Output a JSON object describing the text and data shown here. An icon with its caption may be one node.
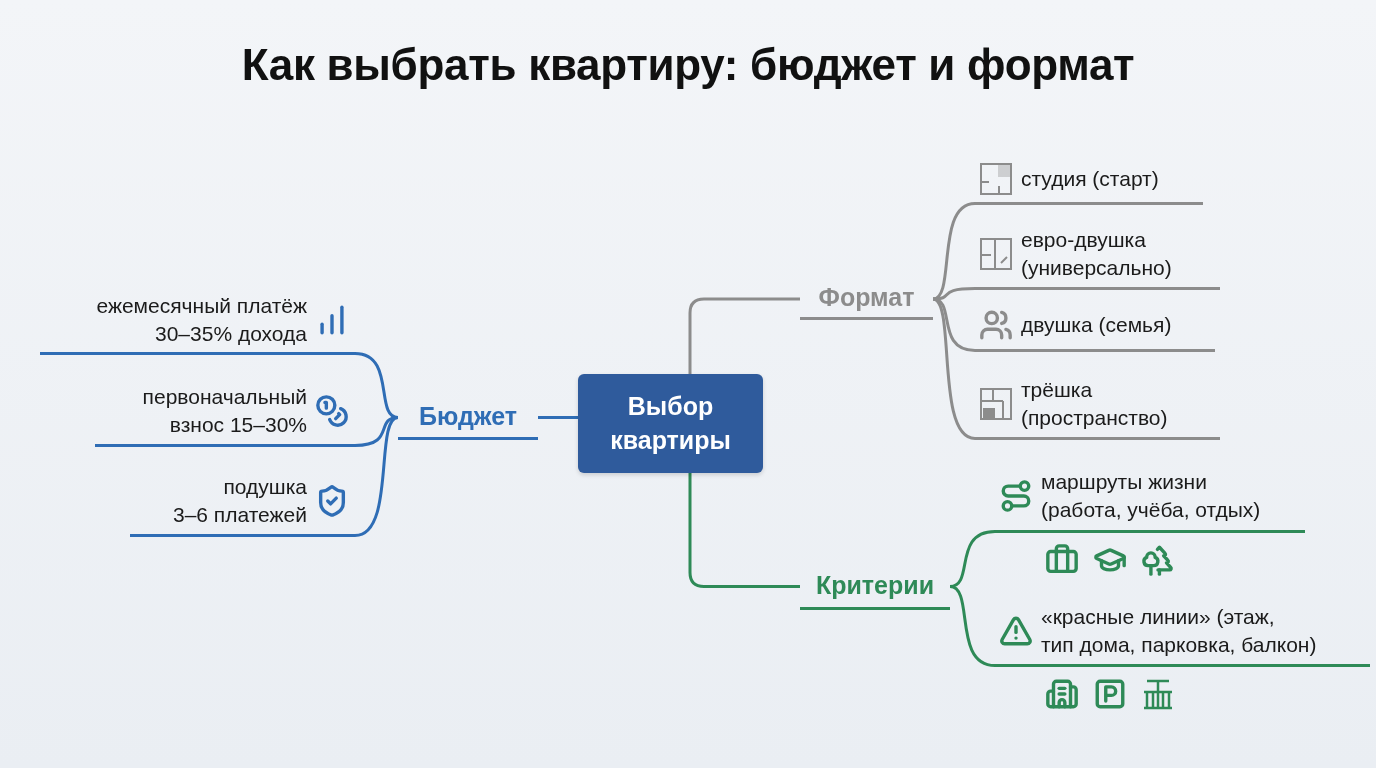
{
  "diagram": {
    "title": "Как выбрать квартиру: бюджет и формат",
    "nodes": [
      {
        "text": [
          "Выбор квартиры"
        ]
      },
      {
        "text": [
          "Бюджет"
        ]
      },
      {
        "text": [
          "ежемесячный платёж 30–35% дохода"
        ]
      },
      {
        "text": [
          "первоначальный взнос 15–30%"
        ]
      },
      {
        "text": [
          "подушка 3–6 платежей"
        ]
      },
      {
        "text": [
          "Формат"
        ]
      },
      {
        "text": [
          "студия (старт)"
        ]
      },
      {
        "text": [
          "евро-двушка (универсально)"
        ]
      },
      {
        "text": [
          "двушка (семья)"
        ]
      },
      {
        "text": [
          "трёшка (пространство)"
        ]
      },
      {
        "text": [
          "Критерии"
        ]
      },
      {
        "text": [
          "маршруты жизни (работа, учёба, отдых)"
        ]
      },
      {
        "text": [
          "«красные линии» (этаж, тип дома, парковка, балкон)"
        ]
      }
    ],
    "edges": [
      {
        "from": 0,
        "to": 1,
        "arrow": "none",
        "color": "#2f6db5"
      },
      {
        "from": 1,
        "to": 2,
        "arrow": "none",
        "color": "#2f6db5"
      },
      {
        "from": 1,
        "to": 3,
        "arrow": "none",
        "color": "#2f6db5"
      },
      {
        "from": 1,
        "to": 4,
        "arrow": "none",
        "color": "#2f6db5"
      },
      {
        "from": 0,
        "to": 5,
        "arrow": "none"
      },
      {
        "from": 5,
        "to": 6,
        "arrow": "none"
      },
      {
        "from": 5,
        "to": 7,
        "arrow": "none"
      },
      {
        "from": 5,
        "to": 8,
        "arrow": "none"
      },
      {
        "from": 5,
        "to": 9,
        "arrow": "none"
      },
      {
        "from": 0,
        "to": 10,
        "arrow": "none",
        "color": "#2e8a57"
      },
      {
        "from": 10,
        "to": 11,
        "arrow": "none",
        "color": "#2e8a57"
      },
      {
        "from": 10,
        "to": 12,
        "arrow": "none",
        "color": "#2e8a57"
      }
    ]
  }
}
